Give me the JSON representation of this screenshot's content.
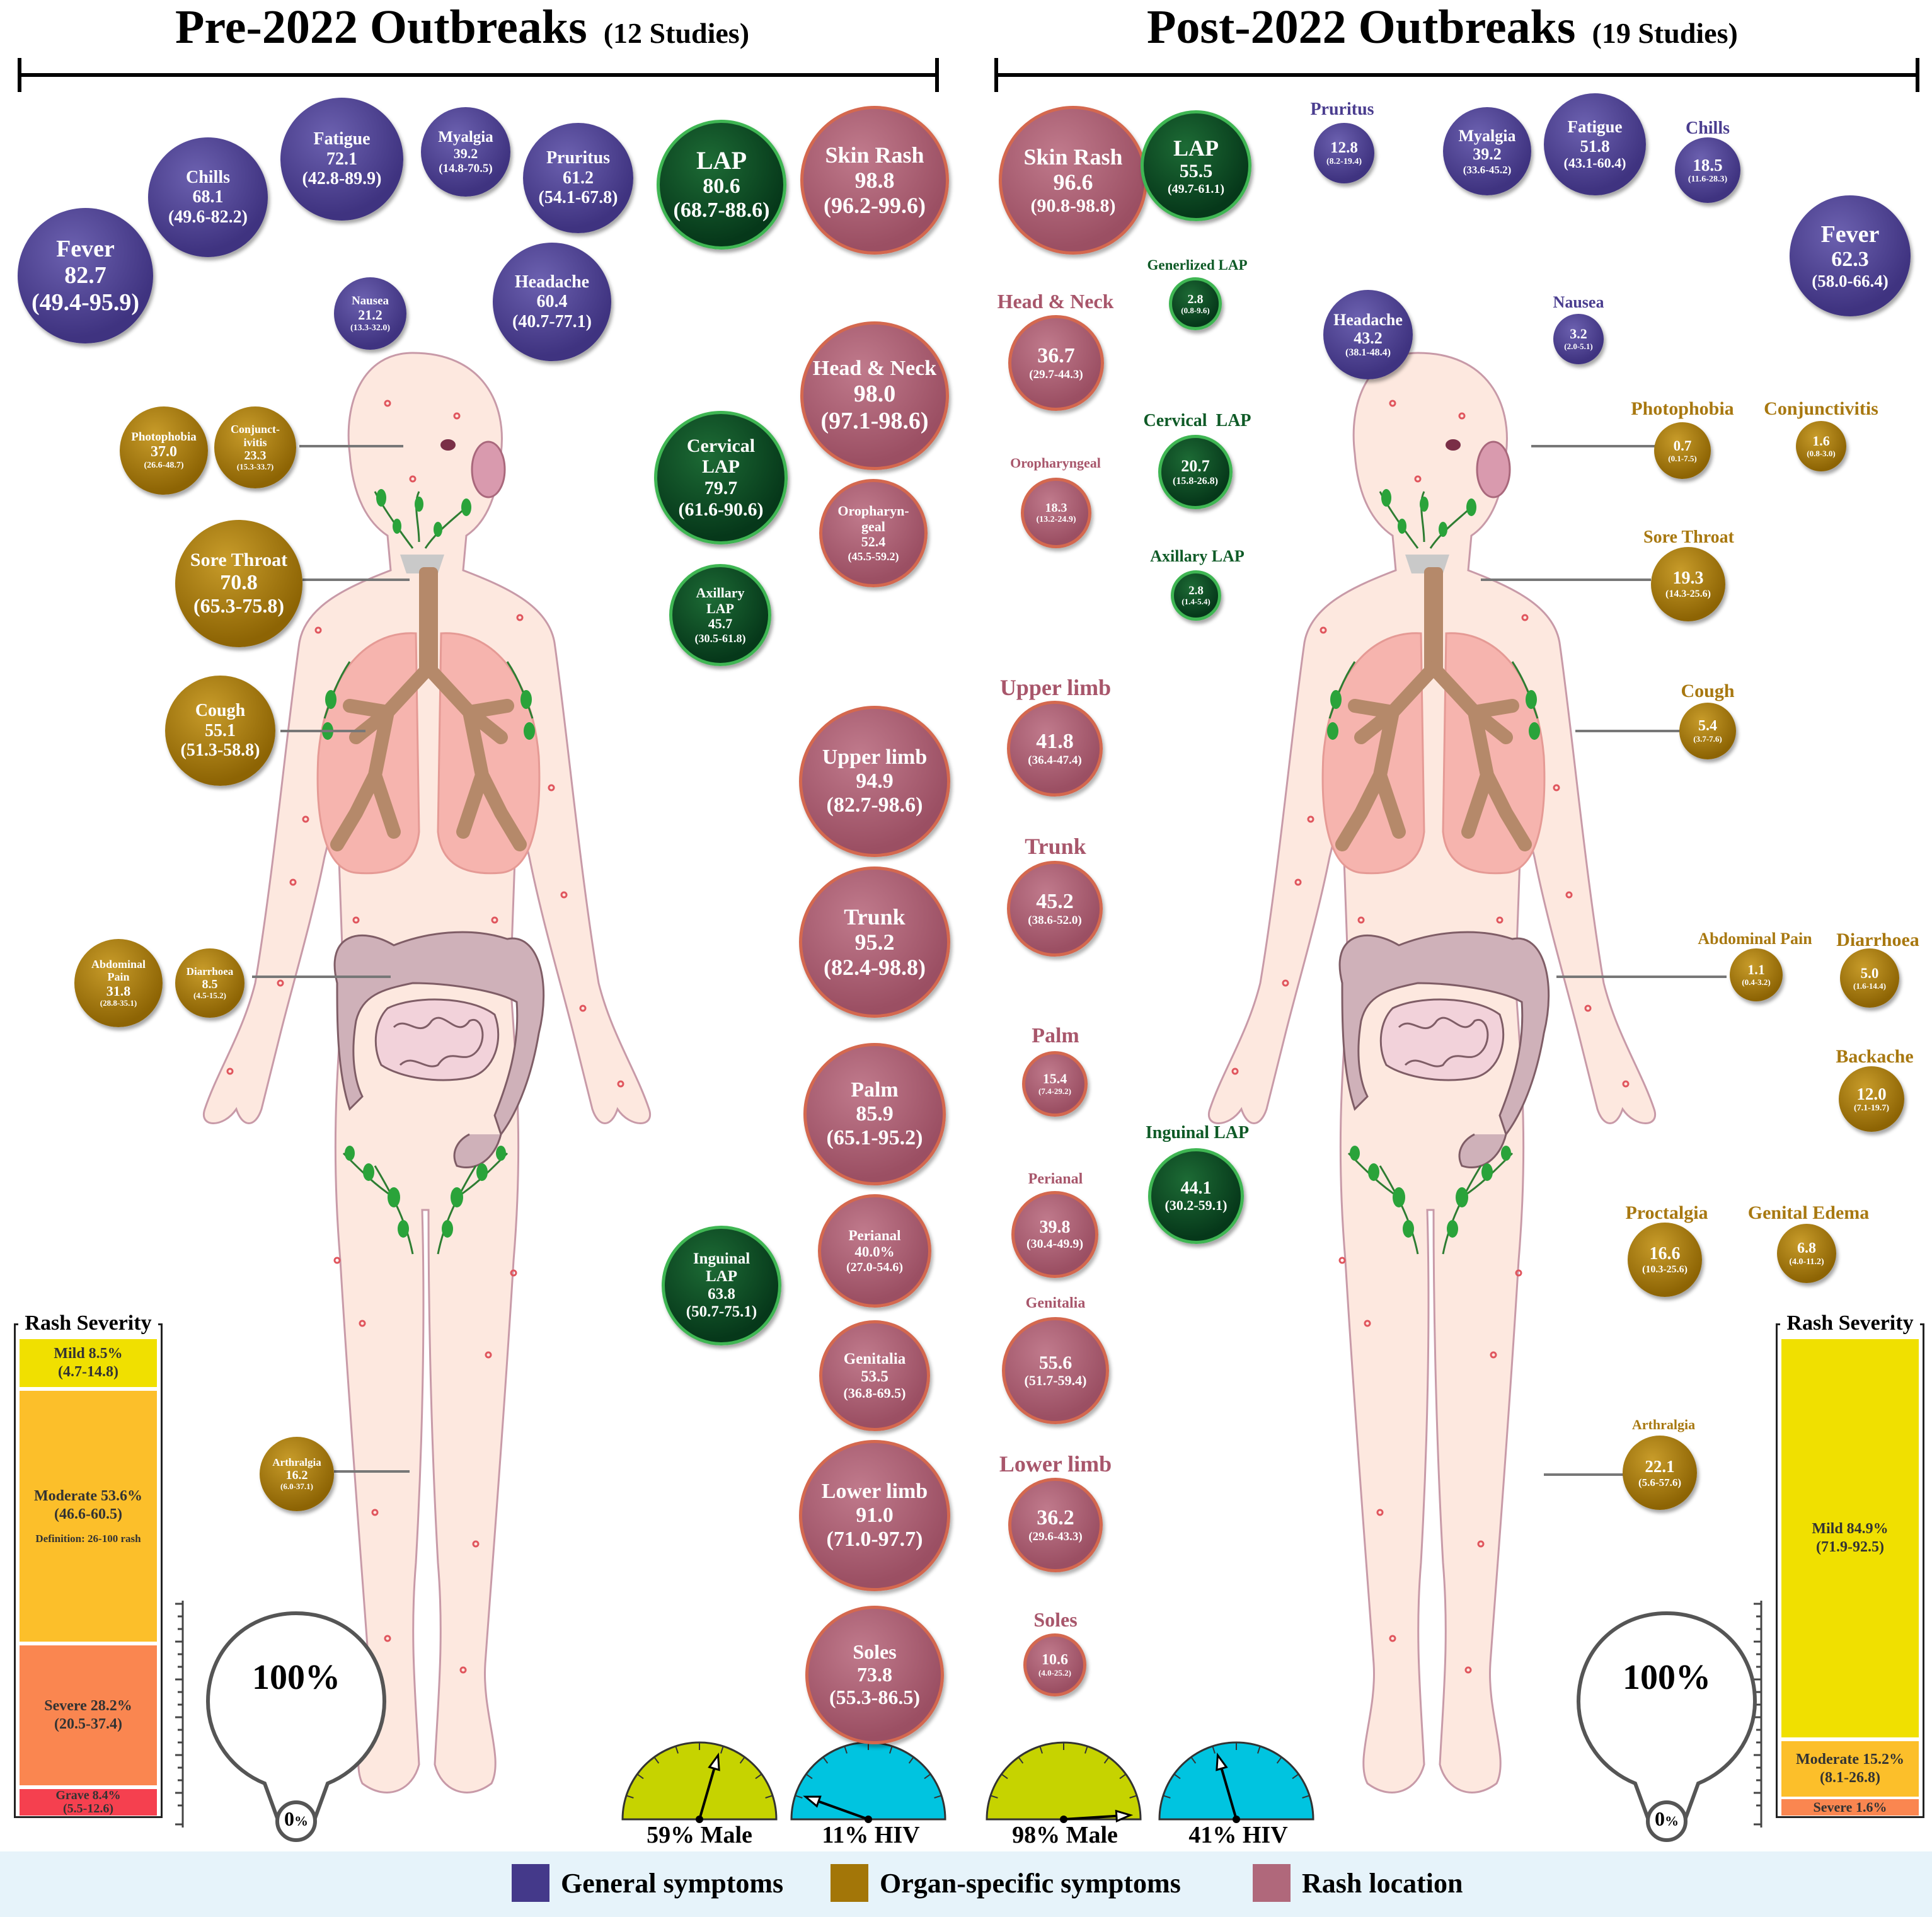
{
  "headers": {
    "pre": {
      "title": "Pre-2022 Outbreaks",
      "studies": "(12 Studies)"
    },
    "post": {
      "title": "Post-2022 Outbreaks",
      "studies": "(19 Studies)"
    }
  },
  "pre": {
    "general": {
      "fever": {
        "name": "Fever",
        "value": "82.7",
        "ci": "(49.4-95.9)"
      },
      "chills": {
        "name": "Chills",
        "value": "68.1",
        "ci": "(49.6-82.2)"
      },
      "fatigue": {
        "name": "Fatigue",
        "value": "72.1",
        "ci": "(42.8-89.9)"
      },
      "myalgia": {
        "name": "Myalgia",
        "value": "39.2",
        "ci": "(14.8-70.5)"
      },
      "pruritus": {
        "name": "Pruritus",
        "value": "61.2",
        "ci": "(54.1-67.8)"
      },
      "nausea": {
        "name": "Nausea",
        "value": "21.2",
        "ci": "(13.3-32.0)"
      },
      "headache": {
        "name": "Headache",
        "value": "60.4",
        "ci": "(40.7-77.1)"
      }
    },
    "organ": {
      "photophobia": {
        "name": "Photophobia",
        "value": "37.0",
        "ci": "(26.6-48.7)"
      },
      "conjunctivitis": {
        "name1": "Conjunct-",
        "name2": "ivitis",
        "value": "23.3",
        "ci": "(15.3-33.7)"
      },
      "sore_throat": {
        "name": "Sore Throat",
        "value": "70.8",
        "ci": "(65.3-75.8)"
      },
      "cough": {
        "name": "Cough",
        "value": "55.1",
        "ci": "(51.3-58.8)"
      },
      "abdominal_pain": {
        "name1": "Abdominal",
        "name2": "Pain",
        "value": "31.8",
        "ci": "(28.8-35.1)"
      },
      "diarrhoea": {
        "name": "Diarrhoea",
        "value": "8.5",
        "ci": "(4.5-15.2)"
      },
      "arthralgia": {
        "name": "Arthralgia",
        "value": "16.2",
        "ci": "(6.0-37.1)"
      }
    },
    "lap": {
      "lap": {
        "name": "LAP",
        "value": "80.6",
        "ci": "(68.7-88.6)"
      },
      "cervical": {
        "name1": "Cervical",
        "name2": "LAP",
        "value": "79.7",
        "ci": "(61.6-90.6)"
      },
      "axillary": {
        "name1": "Axillary",
        "name2": "LAP",
        "value": "45.7",
        "ci": "(30.5-61.8)"
      },
      "inguinal": {
        "name1": "Inguinal",
        "name2": "LAP",
        "value": "63.8",
        "ci": "(50.7-75.1)"
      }
    },
    "rash": {
      "skin_rash": {
        "name": "Skin Rash",
        "value": "98.8",
        "ci": "(96.2-99.6)"
      },
      "head_neck": {
        "name": "Head & Neck",
        "value": "98.0",
        "ci": "(97.1-98.6)"
      },
      "oropharyngeal": {
        "name1": "Oropharyn-",
        "name2": "geal",
        "value": "52.4",
        "ci": "(45.5-59.2)"
      },
      "upper_limb": {
        "name": "Upper limb",
        "value": "94.9",
        "ci": "(82.7-98.6)"
      },
      "trunk": {
        "name": "Trunk",
        "value": "95.2",
        "ci": "(82.4-98.8)"
      },
      "palm": {
        "name": "Palm",
        "value": "85.9",
        "ci": "(65.1-95.2)"
      },
      "perianal": {
        "name": "Perianal",
        "value": "40.0%",
        "ci": "(27.0-54.6)"
      },
      "genitalia": {
        "name": "Genitalia",
        "value": "53.5",
        "ci": "(36.8-69.5)"
      },
      "lower_limb": {
        "name": "Lower limb",
        "value": "91.0",
        "ci": "(71.0-97.7)"
      },
      "soles": {
        "name": "Soles",
        "value": "73.8",
        "ci": "(55.3-86.5)"
      }
    },
    "severity": {
      "title": "Rash Severity",
      "mild": {
        "label": "Mild 8.5%",
        "ci": "(4.7-14.8)",
        "value": 8.5
      },
      "moderate": {
        "label": "Moderate 53.6%",
        "ci": "(46.6-60.5)",
        "note": "Definition: 26-100 rash",
        "value": 53.6
      },
      "severe": {
        "label": "Severe 28.2%",
        "ci": "(20.5-37.4)",
        "value": 28.2
      },
      "grave": {
        "label": "Grave 8.4%",
        "ci": "(5.5-12.6)",
        "value": 8.4
      }
    },
    "male": {
      "label": "59% Male",
      "value": 59
    },
    "hiv": {
      "label": "11% HIV",
      "value": 11
    }
  },
  "post": {
    "general": {
      "pruritus": {
        "name": "Pruritus",
        "value": "12.8",
        "ci": "(8.2-19.4)"
      },
      "myalgia": {
        "name": "Myalgia",
        "value": "39.2",
        "ci": "(33.6-45.2)"
      },
      "fatigue": {
        "name": "Fatigue",
        "value": "51.8",
        "ci": "(43.1-60.4)"
      },
      "chills": {
        "name": "Chills",
        "value": "18.5",
        "ci": "(11.6-28.3)"
      },
      "fever": {
        "name": "Fever",
        "value": "62.3",
        "ci": "(58.0-66.4)"
      },
      "headache": {
        "name": "Headache",
        "value": "43.2",
        "ci": "(38.1-48.4)"
      },
      "nausea": {
        "name": "Nausea",
        "value": "3.2",
        "ci": "(2.0-5.1)"
      }
    },
    "organ": {
      "photophobia": {
        "name": "Photophobia",
        "value": "0.7",
        "ci": "(0.1-7.5)"
      },
      "conjunctivitis": {
        "name": "Conjunctivitis",
        "value": "1.6",
        "ci": "(0.8-3.0)"
      },
      "sore_throat": {
        "name": "Sore Throat",
        "value": "19.3",
        "ci": "(14.3-25.6)"
      },
      "cough": {
        "name": "Cough",
        "value": "5.4",
        "ci": "(3.7-7.6)"
      },
      "abdominal_pain": {
        "name": "Abdominal Pain",
        "value": "1.1",
        "ci": "(0.4-3.2)"
      },
      "diarrhoea": {
        "name": "Diarrhoea",
        "value": "5.0",
        "ci": "(1.6-14.4)"
      },
      "backache": {
        "name": "Backache",
        "value": "12.0",
        "ci": "(7.1-19.7)"
      },
      "proctalgia": {
        "name": "Proctalgia",
        "value": "16.6",
        "ci": "(10.3-25.6)"
      },
      "genital_edema": {
        "name": "Genital Edema",
        "value": "6.8",
        "ci": "(4.0-11.2)"
      },
      "arthralgia": {
        "name": "Arthralgia",
        "value": "22.1",
        "ci": "(5.6-57.6)"
      }
    },
    "lap": {
      "lap": {
        "name": "LAP",
        "value": "55.5",
        "ci": "(49.7-61.1)"
      },
      "generalized": {
        "name": "Generlized LAP",
        "value": "2.8",
        "ci": "(0.8-9.6)"
      },
      "cervical": {
        "name": "Cervical  LAP",
        "value": "20.7",
        "ci": "(15.8-26.8)"
      },
      "axillary": {
        "name": "Axillary LAP",
        "value": "2.8",
        "ci": "(1.4-5.4)"
      },
      "inguinal": {
        "name": "Inguinal LAP",
        "value": "44.1",
        "ci": "(30.2-59.1)"
      }
    },
    "rash": {
      "skin_rash": {
        "name": "Skin Rash",
        "value": "96.6",
        "ci": "(90.8-98.8)"
      },
      "head_neck": {
        "name": "Head & Neck",
        "value": "36.7",
        "ci": "(29.7-44.3)"
      },
      "oropharyngeal": {
        "name": "Oropharyngeal",
        "value": "18.3",
        "ci": "(13.2-24.9)"
      },
      "upper_limb": {
        "name": "Upper limb",
        "value": "41.8",
        "ci": "(36.4-47.4)"
      },
      "trunk": {
        "name": "Trunk",
        "value": "45.2",
        "ci": "(38.6-52.0)"
      },
      "palm": {
        "name": "Palm",
        "value": "15.4",
        "ci": "(7.4-29.2)"
      },
      "perianal": {
        "name": "Perianal",
        "value": "39.8",
        "ci": "(30.4-49.9)"
      },
      "genitalia": {
        "name": "Genitalia",
        "value": "55.6",
        "ci": "(51.7-59.4)"
      },
      "lower_limb": {
        "name": "Lower limb",
        "value": "36.2",
        "ci": "(29.6-43.3)"
      },
      "soles": {
        "name": "Soles",
        "value": "10.6",
        "ci": "(4.0-25.2)"
      }
    },
    "severity": {
      "title": "Rash Severity",
      "mild": {
        "label": "Mild 84.9%",
        "ci": "(71.9-92.5)",
        "value": 84.9
      },
      "moderate": {
        "label": "Moderate 15.2%",
        "ci": "(8.1-26.8)",
        "value": 15.2
      },
      "severe": {
        "label": "Severe 1.6%",
        "value": 1.6
      }
    },
    "male": {
      "label": "98% Male",
      "value": 98
    },
    "hiv": {
      "label": "41% HIV",
      "value": 41
    }
  },
  "scale": {
    "top": "100%",
    "bottom_num": "0",
    "bottom_unit": "%"
  },
  "legend": {
    "general": "General symptoms",
    "organ": "Organ-specific symptoms",
    "rash": "Rash location"
  },
  "colors": {
    "general": "#44398a",
    "organ": "#a37608",
    "rash": "#b0687b",
    "lap": "#0a4a22",
    "lap_border": "#3fb653",
    "rash_border": "#d4684f",
    "mild": "#f0e000",
    "moderate": "#fcbf2a",
    "severe": "#fa8650",
    "grave": "#f5404f",
    "male_gauge": "#c6d300",
    "hiv_gauge": "#00c4e0",
    "skin": "#fde8df",
    "legend_bg": "#e6f3fa"
  },
  "icons": [
    "body-figure",
    "lungs",
    "intestine",
    "lymph-nodes",
    "gauge",
    "magnifier-scale"
  ]
}
